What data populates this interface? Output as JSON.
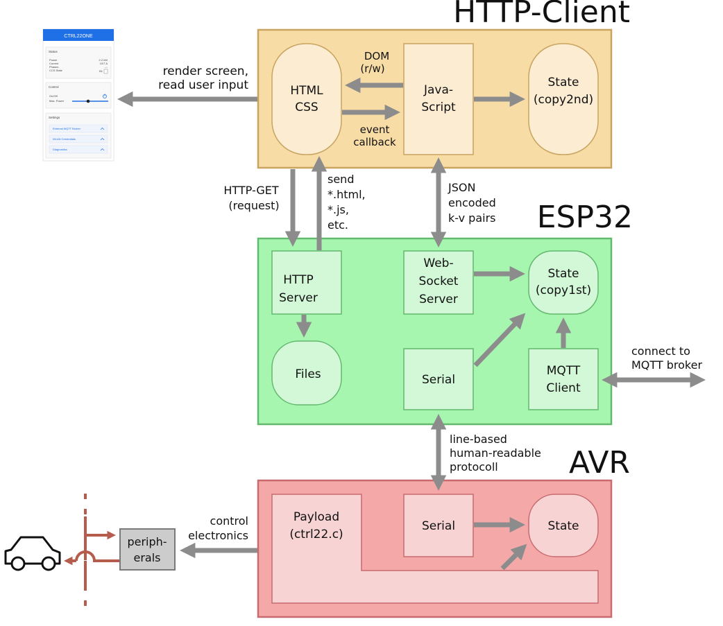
{
  "layers": {
    "http_client": {
      "title": "HTTP-Client",
      "html_css": [
        "HTML",
        "CSS"
      ],
      "javascript": [
        "Java-",
        "Script"
      ],
      "state": [
        "State",
        "(copy2nd)"
      ],
      "dom_label": [
        "DOM",
        "(r/w)"
      ],
      "event_label": [
        "event",
        "callback"
      ]
    },
    "esp32": {
      "title": "ESP32",
      "http_server": [
        "HTTP",
        "Server"
      ],
      "files": "Files",
      "websocket": [
        "Web-",
        "Socket",
        "Server"
      ],
      "state": [
        "State",
        "(copy1st)"
      ],
      "serial": "Serial",
      "mqtt": [
        "MQTT",
        "Client"
      ]
    },
    "avr": {
      "title": "AVR",
      "payload": [
        "Payload",
        "(ctrl22.c)"
      ],
      "serial": "Serial",
      "state": "State"
    }
  },
  "links": {
    "render": [
      "render screen,",
      "read user input"
    ],
    "http_get": [
      "HTTP-GET",
      "(request)"
    ],
    "send": [
      "send",
      "*.html,",
      "*.js,",
      "etc."
    ],
    "json": [
      "JSON",
      "encoded",
      "k-v pairs"
    ],
    "mqtt_broker": [
      "connect to",
      "MQTT broker"
    ],
    "serial_protocol": [
      "line-based",
      "human-readable",
      "protocoll"
    ],
    "control": [
      "control",
      "electronics"
    ]
  },
  "peripherals": [
    "periph-",
    "erals"
  ],
  "thumbnail": {
    "title": "CTRL22ONE",
    "status_header": "Status",
    "status_rows": [
      {
        "label": "Power",
        "value": "2.2 kW"
      },
      {
        "label": "Current",
        "value": "10/7 A"
      },
      {
        "label": "Phases",
        "value": "---"
      },
      {
        "label": "CCS State",
        "value": "B1"
      }
    ],
    "control_header": "Control",
    "control_rows": [
      "On/Off",
      "Max. Power"
    ],
    "settings_header": "Settings",
    "settings_items": [
      "External MQTT Broker",
      "WLAN Credentials",
      "Diagnostics"
    ]
  },
  "colors": {
    "http_client_bg": "#f7dca6",
    "http_client_border": "#c9a360",
    "esp32_bg": "#a7f6b0",
    "esp32_border": "#62b86c",
    "avr_bg": "#f5a8a8",
    "avr_border": "#c86a70",
    "arrow": "#8c8c8c",
    "wire": "#b65c4c",
    "thumb_header": "#1f6fe6"
  },
  "icons": [
    "car-icon",
    "power-icon",
    "chevron-up-icon"
  ]
}
